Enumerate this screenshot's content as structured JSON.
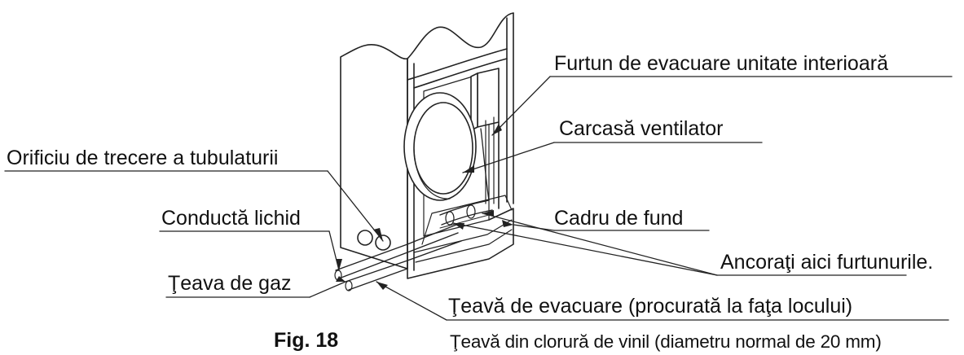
{
  "figure": {
    "caption": "Fig. 18",
    "labels": {
      "drain_hose_indoor": "Furtun de evacuare unitate interioară",
      "fan_housing": "Carcasă ventilator",
      "pipe_opening": "Orificiu de trecere a tubulaturii",
      "bottom_frame": "Cadru de fund",
      "liquid_pipe": "Conductă lichid",
      "fasten_hoses": "Ancoraţi aici furtunurile.",
      "gas_pipe": "Ţeava de gaz",
      "drain_pipe": "Ţeavă de evacuare (procurată la faţa locului)",
      "pvc_pipe": "Ţeavă din clorură de vinil (diametru normal de 20 mm)"
    }
  }
}
